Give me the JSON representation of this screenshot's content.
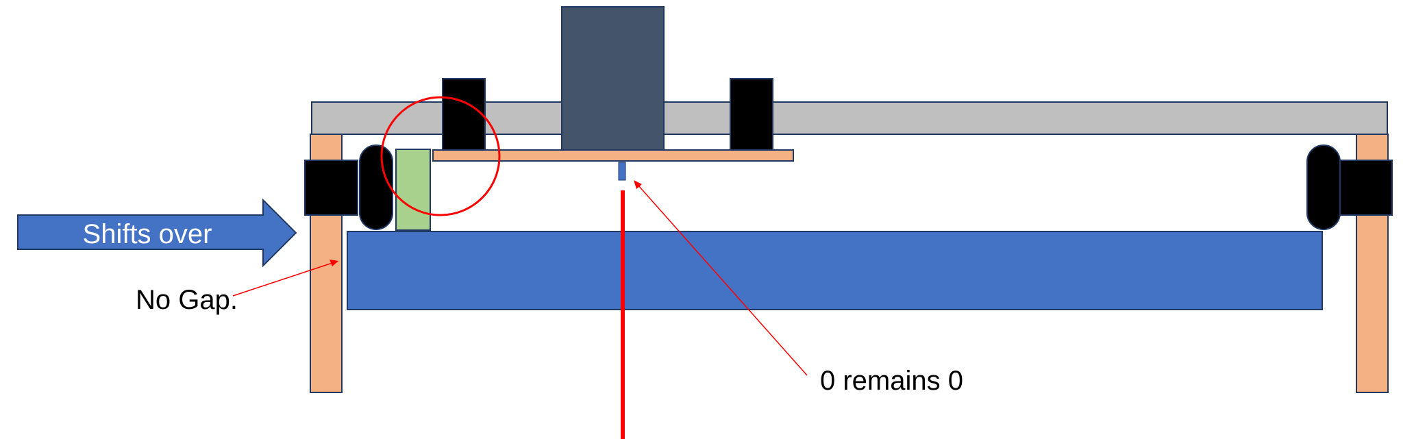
{
  "labels": {
    "arrow_text": "Shifts over",
    "gap_note": "No Gap.",
    "zero_note": "0 remains 0"
  },
  "colors": {
    "top_rail": "#bfbfbf",
    "legs": "#f4b183",
    "bed": "#4472c4",
    "gantry_plate": "#f4b183",
    "spindle_body": "#44546a",
    "blocks": "#000000",
    "spacer": "#a9d18e",
    "pointer": "#4472c4",
    "red": "#ff0000",
    "outline": "#1f3864"
  }
}
